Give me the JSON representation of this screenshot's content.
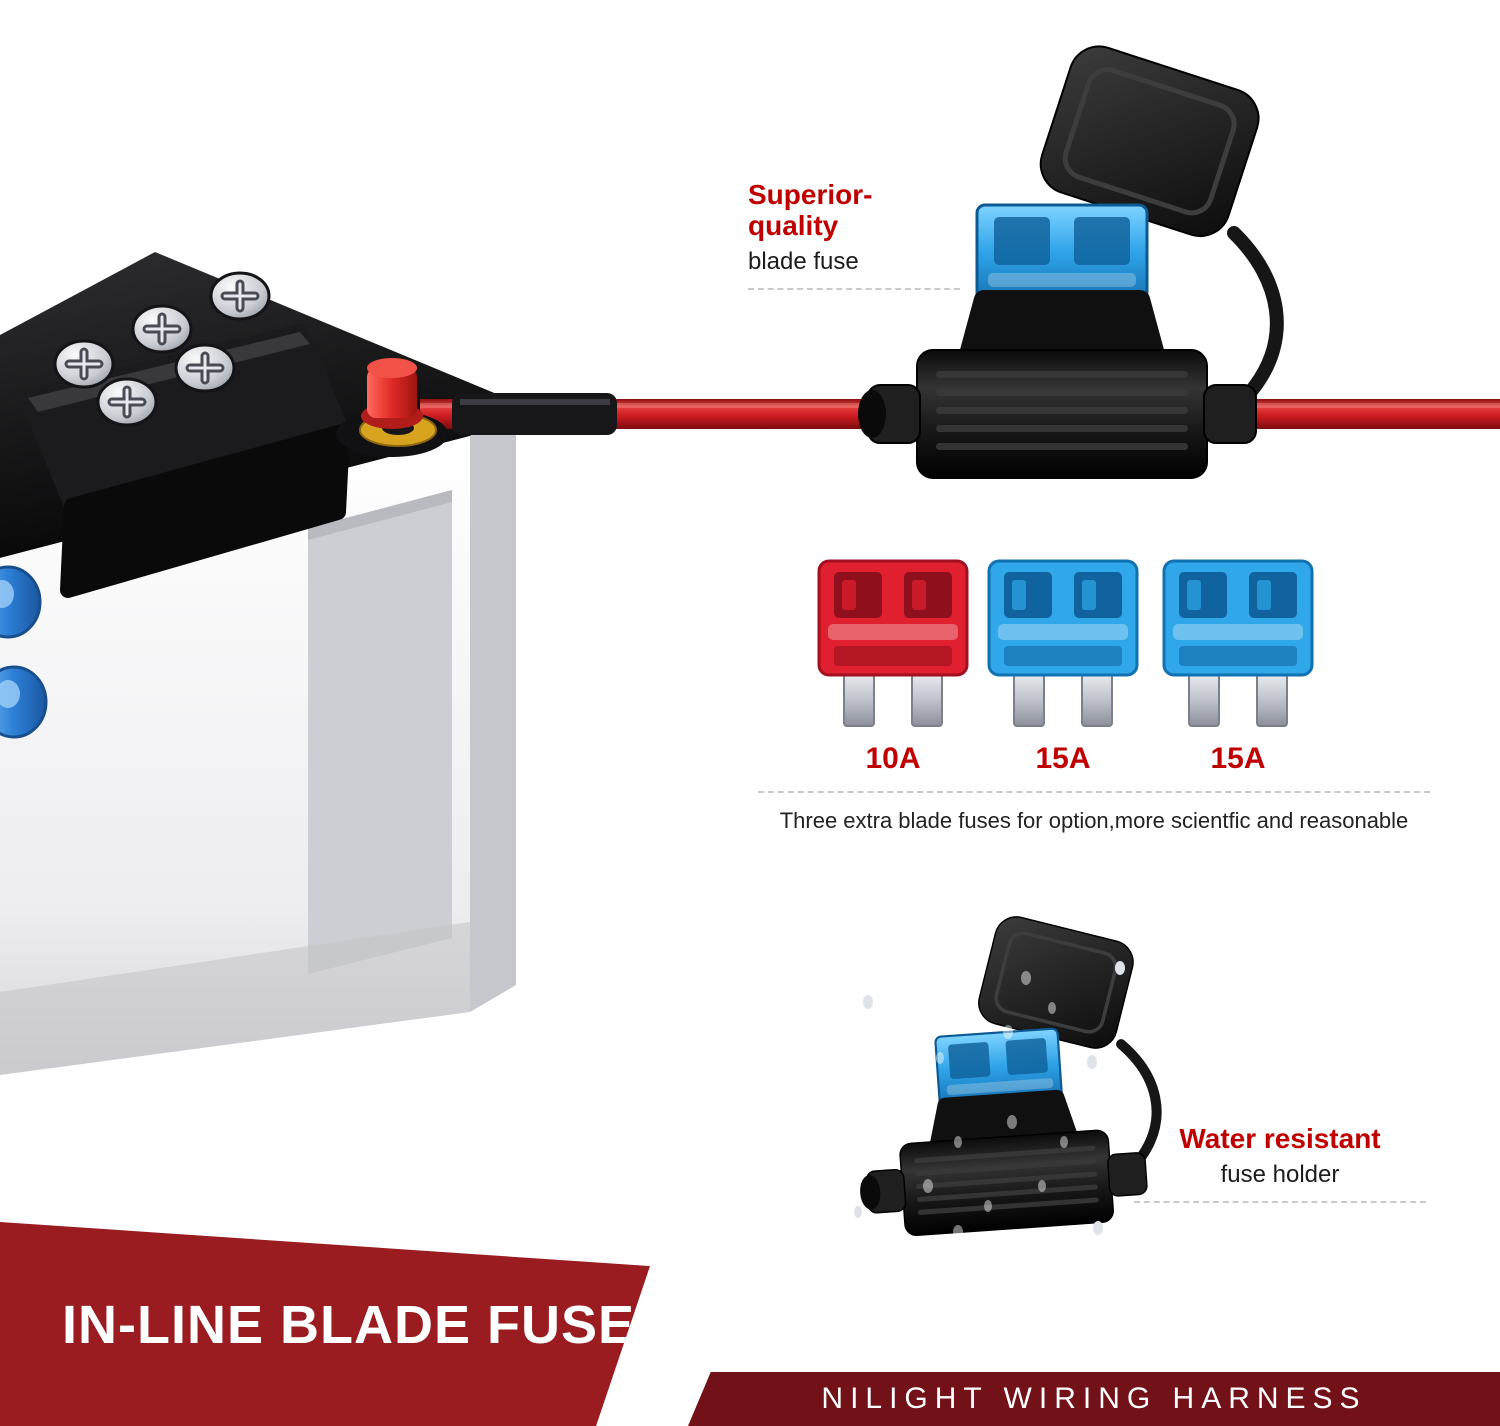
{
  "colors": {
    "accent_red": "#c00000",
    "banner_red": "#9a1b20",
    "footer_red": "#721218",
    "wire_red": "#cf1d22",
    "fuse_blue": "#2fa7e8",
    "fuse_red": "#e0202e"
  },
  "callouts": {
    "superior": {
      "title": "Superior-quality",
      "subtitle": "blade fuse"
    },
    "water": {
      "title": "Water resistant",
      "subtitle": "fuse holder"
    }
  },
  "extra_fuses": {
    "items": [
      {
        "label": "10A"
      },
      {
        "label": "15A"
      },
      {
        "label": "15A"
      }
    ],
    "caption": "Three extra blade fuses for option,more scientfic and reasonable"
  },
  "banner": {
    "title": "IN-LINE BLADE FUSE"
  },
  "footer": {
    "brand": "NILIGHT WIRING HARNESS"
  }
}
